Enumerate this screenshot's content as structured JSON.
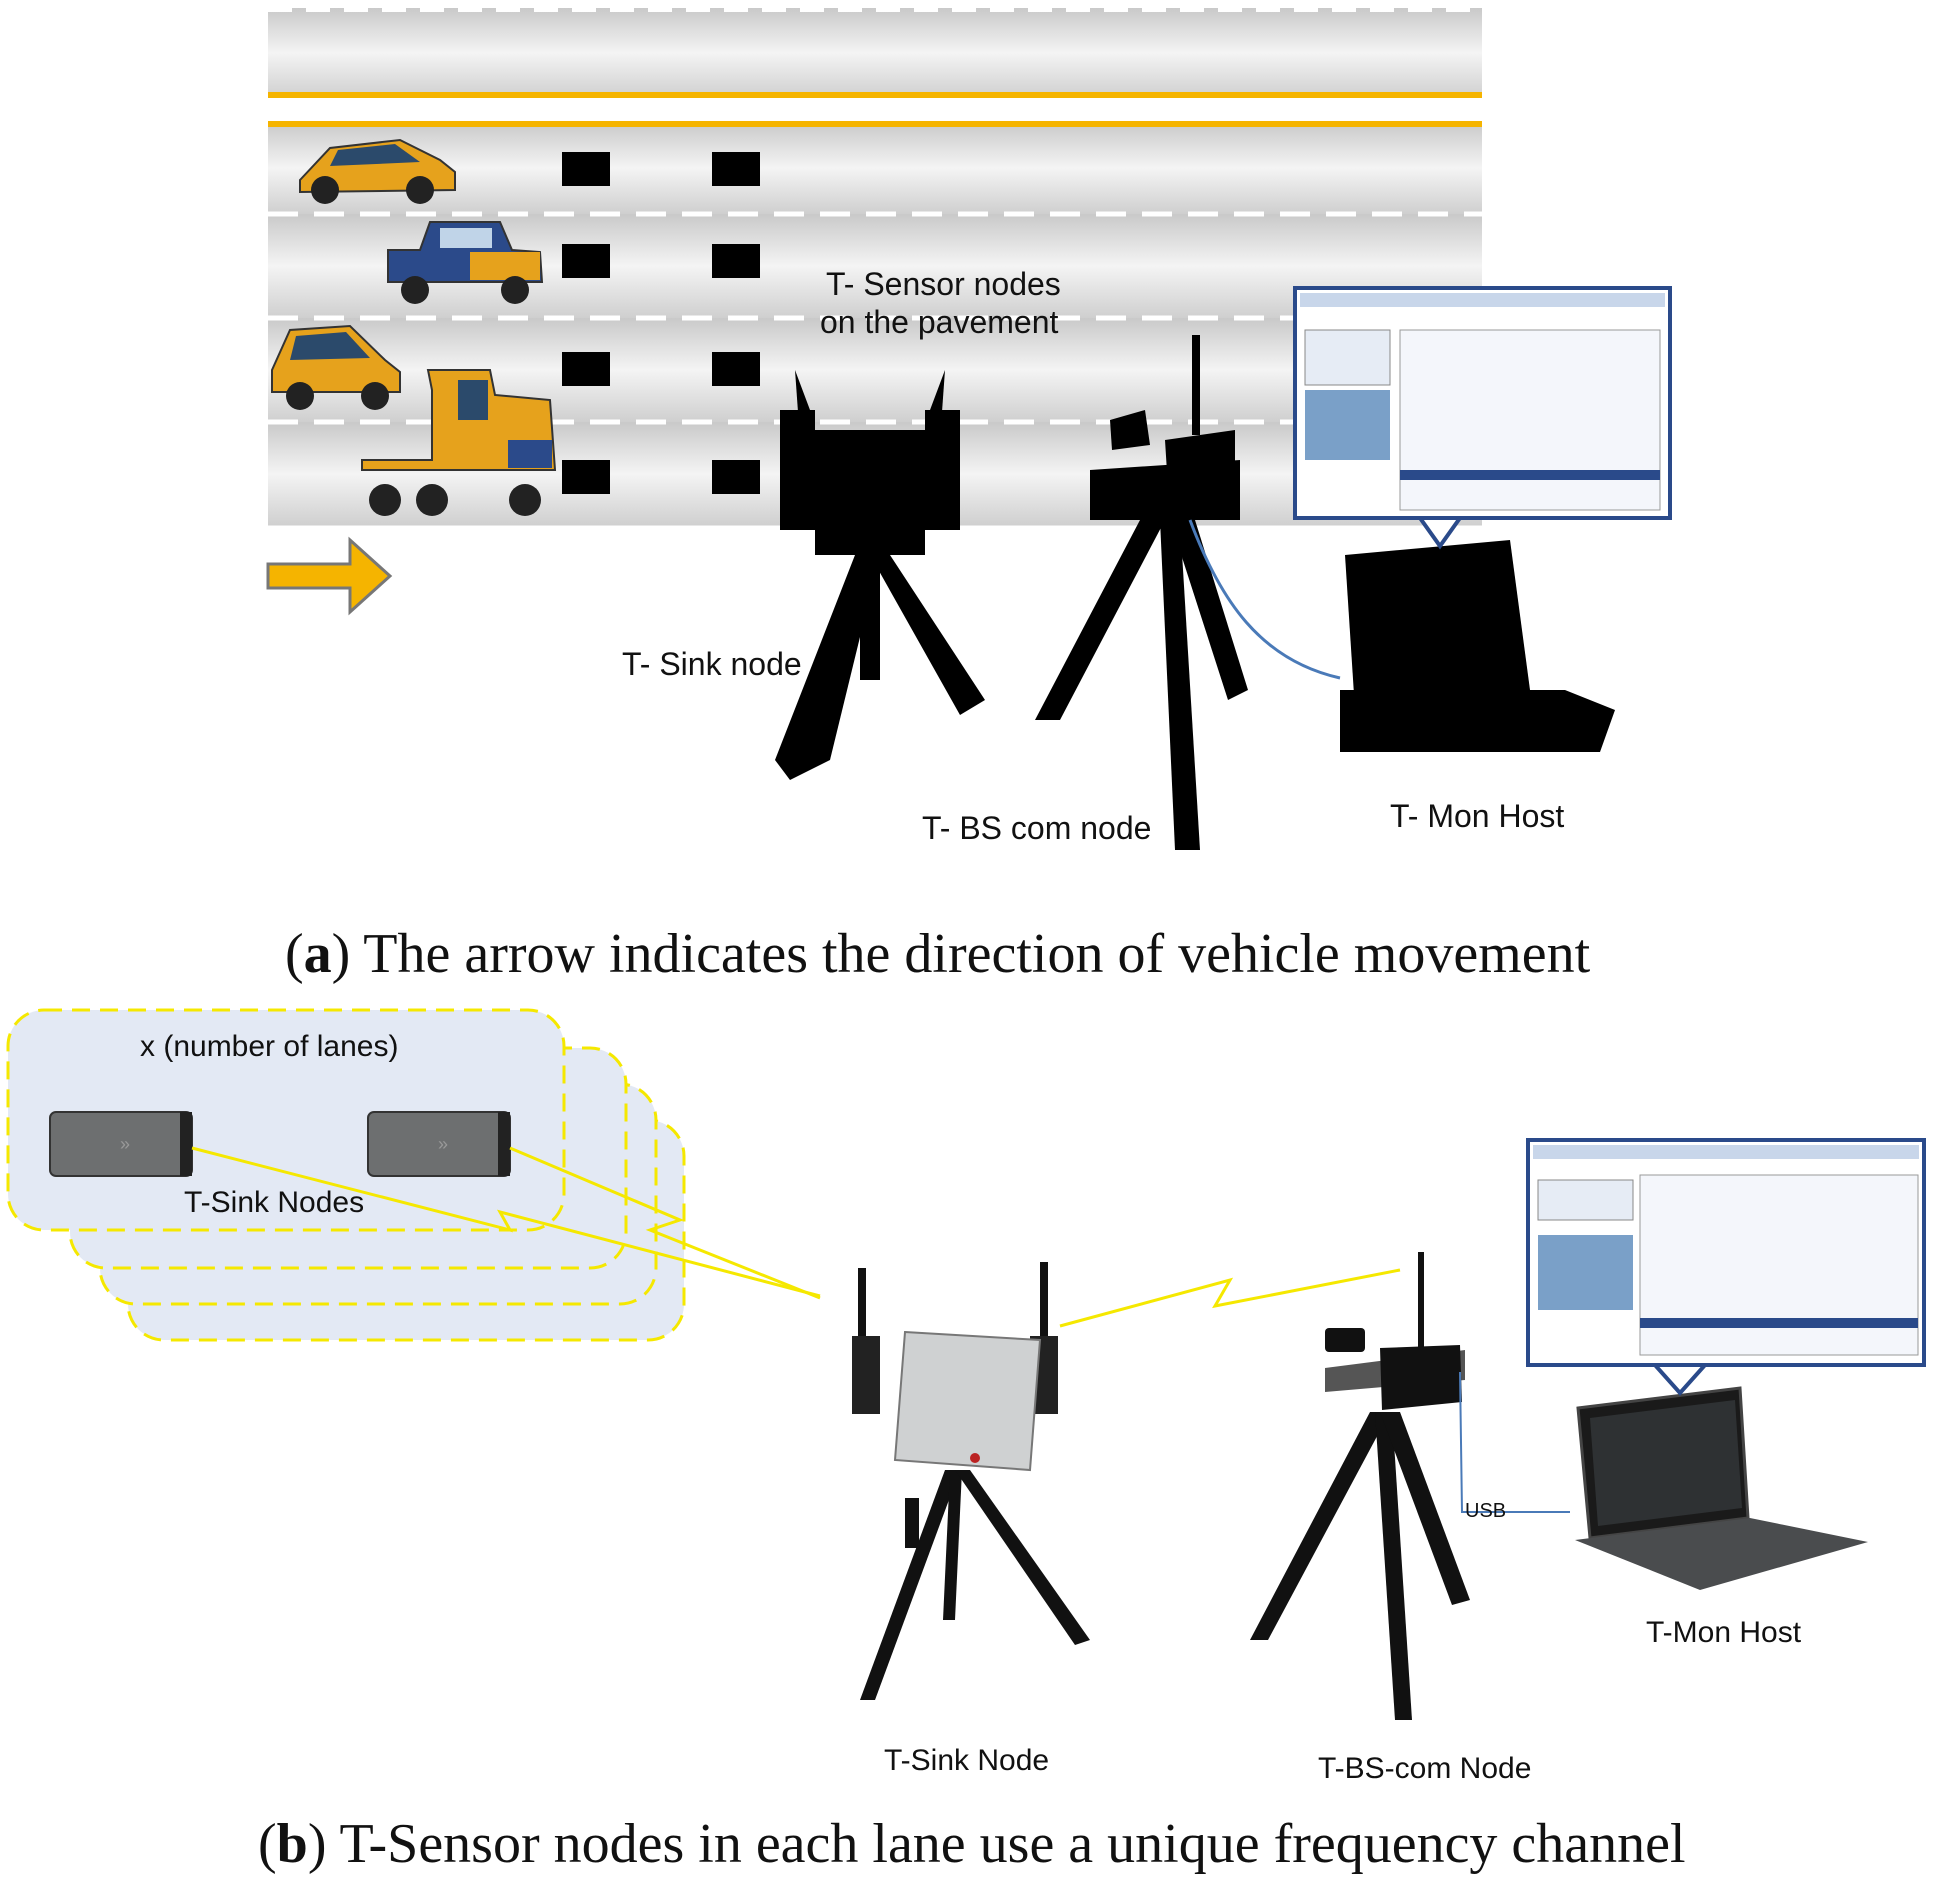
{
  "panel_a": {
    "caption_letter": "a",
    "caption_text": "The arrow indicates the direction of vehicle movement",
    "labels": {
      "sensor_nodes_line1": "T- Sensor nodes",
      "sensor_nodes_line2": "on the pavement",
      "sink_node": "T- Sink node",
      "bs_com_node": "T- BS com node",
      "mon_host": "T- Mon Host"
    },
    "colors": {
      "road_line": "#f5b400",
      "arrow": "#f5b400",
      "cable": "#4a7ab8"
    }
  },
  "panel_b": {
    "caption_letter": "b",
    "caption_text": "T-Sensor nodes in each lane use a unique frequency channel",
    "labels": {
      "lanes": "x (number of lanes)",
      "sink_nodes": "T-Sink Nodes",
      "sink_node": "T-Sink Node",
      "bs_com_node": "T-BS-com Node",
      "usb": "USB",
      "mon_host": "T-Mon Host"
    },
    "colors": {
      "wireless_link": "#f5e800",
      "lane_box": "#e3e9f4",
      "lane_box_border": "#f5e800"
    }
  }
}
